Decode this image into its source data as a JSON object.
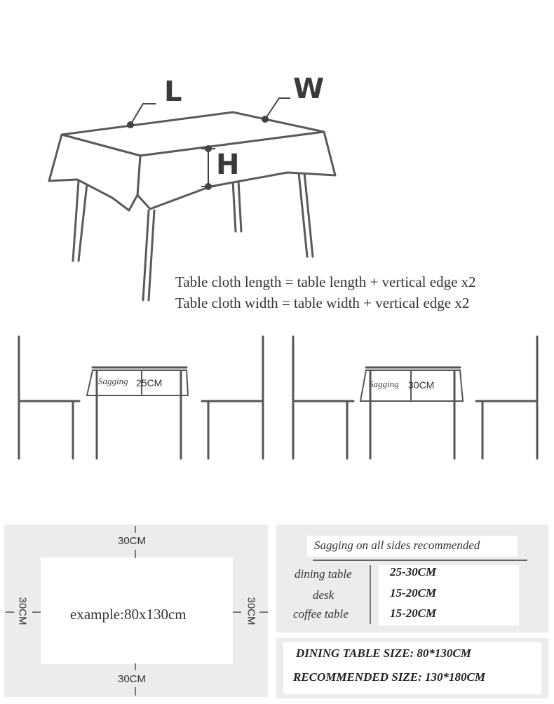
{
  "diagram": {
    "labels": {
      "length": "L",
      "width": "W",
      "height": "H"
    },
    "formulas": [
      "Table cloth length = table length + vertical edge x2",
      "Table cloth  width = table  width + vertical edge x2"
    ],
    "scenes": [
      {
        "sagging_label": "Sagging",
        "sagging_value": "25CM"
      },
      {
        "sagging_label": "Sagging",
        "sagging_value": "30CM"
      }
    ]
  },
  "example": {
    "top": "30CM",
    "bottom": "30CM",
    "left": "30CM",
    "right": "30CM",
    "center": "example:80x130cm"
  },
  "recommendation": {
    "title": "Sagging on all sides recommended",
    "rows": [
      {
        "type": "dining table",
        "value": "25-30CM"
      },
      {
        "type": "desk",
        "value": "15-20CM"
      },
      {
        "type": "coffee table",
        "value": "15-20CM"
      }
    ]
  },
  "sizes": {
    "dining": "DINING TABLE SIZE: 80*130CM",
    "recommended": "RECOMMENDED SIZE: 130*180CM"
  }
}
